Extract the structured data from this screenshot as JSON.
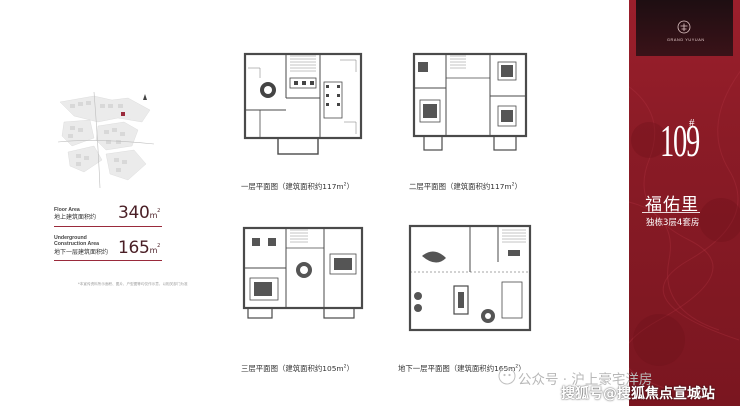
{
  "floor_area": {
    "en": "Floor Area",
    "cn": "地上建筑面积约",
    "value": "340",
    "unit": "m",
    "sup": "2"
  },
  "underground": {
    "en1": "Underground",
    "en2": "Construction Area",
    "cn": "地下一层建筑面积约",
    "value": "165",
    "unit": "m",
    "sup": "2"
  },
  "note": "*本宣传资料所示面积、图片、户型图等均仅作示意，以相关部门为准",
  "plans": {
    "floor1": {
      "caption": "一层平面图（建筑面积约117m",
      "sup": "2",
      "close": "）"
    },
    "floor2": {
      "caption": "二层平面图（建筑面积约117m",
      "sup": "2",
      "close": "）"
    },
    "floor3": {
      "caption": "三层平面图（建筑面积约105m",
      "sup": "2",
      "close": "）"
    },
    "basement": {
      "caption": "地下一层平面图（建筑面积约165m",
      "sup": "2",
      "close": "）"
    }
  },
  "panel": {
    "brand": "GRAND YUYUAN",
    "number": "109",
    "hash": "#",
    "name": "福佑里",
    "subtitle": "独栋3层4套房"
  },
  "watermark": {
    "account": "公众号 · 沪上豪宅洋房",
    "site": "搜狐号@搜狐焦点宣城站"
  },
  "colors": {
    "accent": "#9a2a3b",
    "panel": "#8a1b26",
    "plan_line": "#4a4a4a"
  }
}
